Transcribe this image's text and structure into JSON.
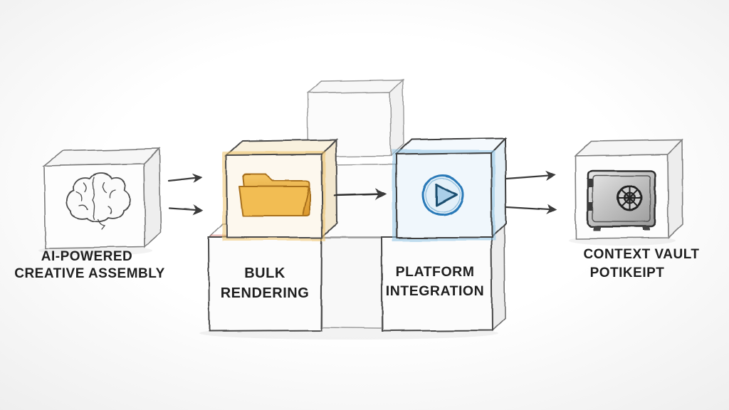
{
  "background": "#f4f4f4",
  "colors": {
    "ink": "#1f1f1f",
    "pencil": "#7d7d7d",
    "arrow": "#3a3a3a",
    "folder_glow": "#eec36a",
    "folder_outline": "#a86f1c",
    "folder_top": "#f4c563",
    "folder_bottom": "#da972b",
    "play_accent": "#2b7ab8",
    "play_glow": "#8ec3e4",
    "rendering_top_hint": "#cc4b3f",
    "vault_outline": "#2f2f2f"
  },
  "nodes": {
    "creative": {
      "id": "creative-assembly",
      "icon": "brain-icon",
      "label_line1": "AI-POWERED",
      "label_line2": "CREATIVE ASSEMBLY"
    },
    "bulk": {
      "id": "bulk-rendering",
      "icon": "folder-icon",
      "label_line1": "BULK",
      "label_line2": "RENDERING"
    },
    "platform": {
      "id": "platform-integration",
      "icon": "play-icon",
      "label_line1": "PLATFORM",
      "label_line2": "INTEGRATION"
    },
    "vault": {
      "id": "context-vault",
      "icon": "safe-icon",
      "label_line1": "CONTEXT VAULT",
      "label_line2": "POTIKEIPT"
    }
  },
  "flow": [
    {
      "from": "creative-assembly",
      "to": "bulk-rendering",
      "arrow_count": 2
    },
    {
      "from": "bulk-rendering",
      "to": "platform-integration",
      "arrow_count": 1
    },
    {
      "from": "platform-integration",
      "to": "context-vault",
      "arrow_count": 2
    }
  ]
}
